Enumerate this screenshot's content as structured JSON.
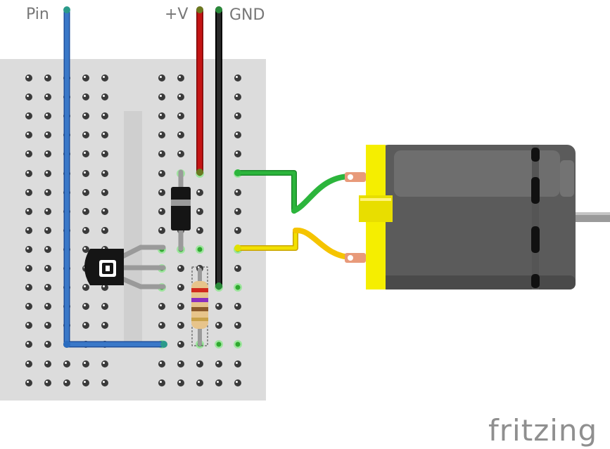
{
  "labels": {
    "pin": "Pin",
    "vplus": "+V",
    "gnd": "GND"
  },
  "brand": {
    "text": "fritzing"
  },
  "colors": {
    "wire_pin": "#3a78c8",
    "wire_vplus": "#c41414",
    "wire_gnd": "#1a1a1a",
    "wire_motor_a": "#2cb53c",
    "wire_motor_b": "#f2c400",
    "breadboard": "#dcdcdc",
    "motor_cap": "#f5ee00",
    "motor_body": "#5b5b5b",
    "contact_active": "#3cc23c"
  },
  "components": {
    "transistor_icon": "transistor-icon",
    "diode_icon": "diode-icon",
    "resistor_icon": "resistor-icon",
    "motor_icon": "dc-motor-icon"
  }
}
